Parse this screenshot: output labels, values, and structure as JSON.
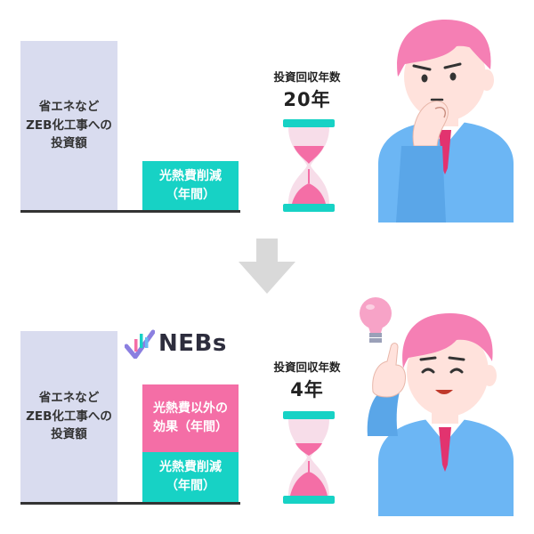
{
  "before": {
    "investment_label": [
      "省エネなど",
      "ZEB化工事への",
      "投資額"
    ],
    "savings_label": [
      "光熱費削減",
      "（年間）"
    ],
    "payback_label": "投資回収年数",
    "payback_value": "20年"
  },
  "after": {
    "brand": "NEBs",
    "investment_label": [
      "省エネなど",
      "ZEB化工事への",
      "投資額"
    ],
    "other_effects_label": [
      "光熱費以外の",
      "効果（年間）"
    ],
    "savings_label": [
      "光熱費削減",
      "（年間）"
    ],
    "payback_label": "投資回収年数",
    "payback_value": "4年"
  },
  "colors": {
    "investment": "#d9dcef",
    "savings": "#17d2c5",
    "other_effects": "#f46ea6",
    "arrow": "#d9d9d9",
    "shirt": "#6cb6f4",
    "hair": "#f57fb4",
    "skin": "#ffe2dc",
    "tie": "#e2336f"
  },
  "icons": [
    "hourglass-icon",
    "down-arrow-icon",
    "lightbulb-icon",
    "nebs-logo-icon"
  ]
}
